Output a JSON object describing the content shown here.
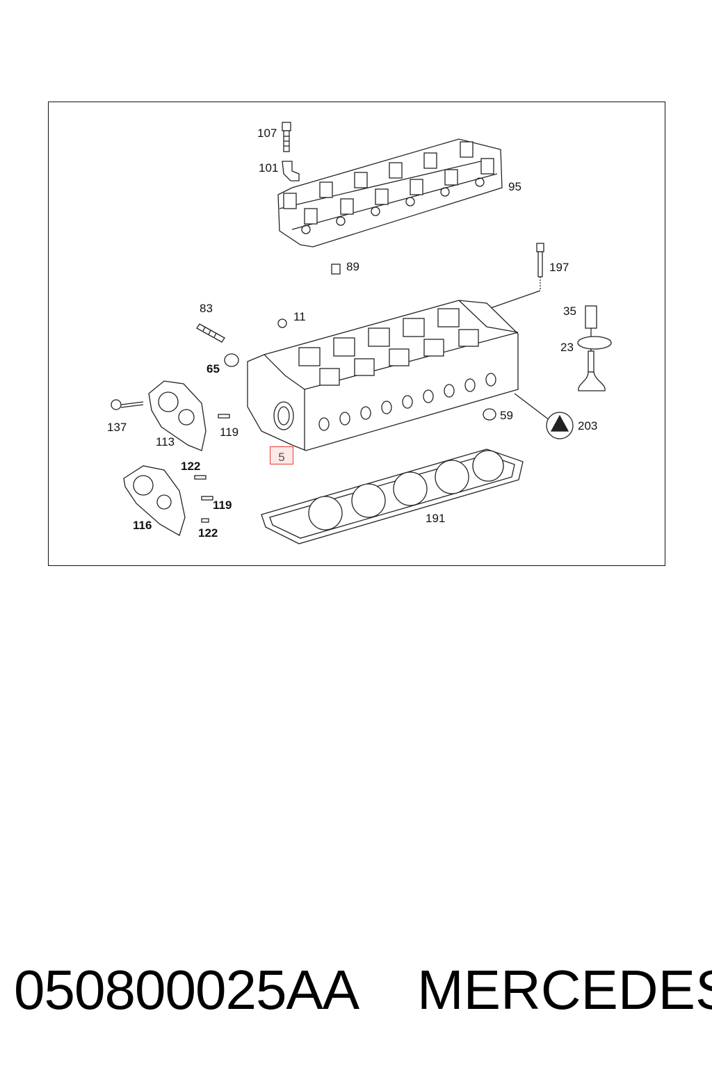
{
  "callouts": {
    "c107": "107",
    "c101": "101",
    "c95": "95",
    "c89": "89",
    "c197": "197",
    "c83": "83",
    "c11": "11",
    "c35": "35",
    "c23": "23",
    "c65": "65",
    "c137": "137",
    "c113": "113",
    "c119a": "119",
    "c59": "59",
    "c203": "203",
    "c5": "5",
    "c122a": "122",
    "c119b": "119",
    "c116": "116",
    "c122b": "122",
    "c191": "191"
  },
  "highlight_color": "#e53935",
  "caption": {
    "part_number": "050800025AA",
    "brand": "MERCEDES"
  }
}
